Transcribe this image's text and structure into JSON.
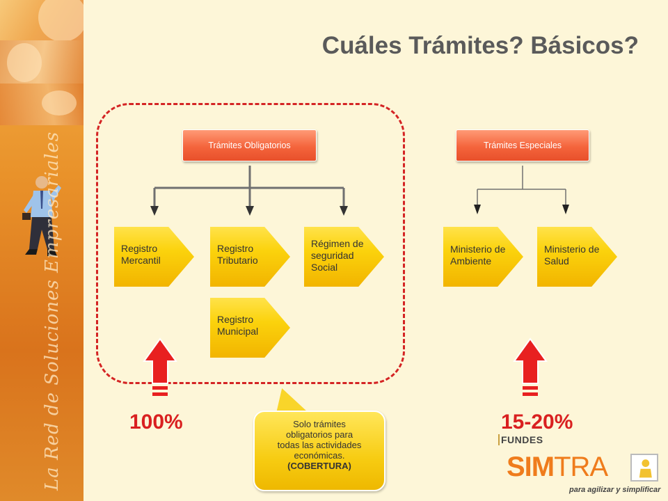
{
  "title": "Cuáles Trámites?  Básicos?",
  "sidebar_text": "La Red de Soluciones Empresariales",
  "groups": {
    "obligatorios": {
      "header": "Trámites Obligatorios",
      "items": [
        "Registro Mercantil",
        "Registro Tributario",
        "Régimen de seguridad Social",
        "Registro Municipal"
      ],
      "percent": "100%"
    },
    "especiales": {
      "header": "Trámites Especiales",
      "items": [
        "Ministerio de Ambiente",
        "Ministerio de Salud"
      ],
      "percent": "15-20%"
    }
  },
  "callout": {
    "lines": [
      "Solo trámites",
      "obligatorios para",
      "todas las actividades",
      "económicas."
    ],
    "emphasis": "(COBERTURA)"
  },
  "logos": {
    "fundes": "FUNDES",
    "simtra_a": "SIM",
    "simtra_b": "TRA",
    "tagline": "para agilizar y simplificar"
  },
  "colors": {
    "header_orange": "#f4643c",
    "chevron_yellow": "#fbd20c",
    "accent_red": "#d92020",
    "title_gray": "#5a5a5a",
    "logo_orange": "#ef7c1c"
  }
}
